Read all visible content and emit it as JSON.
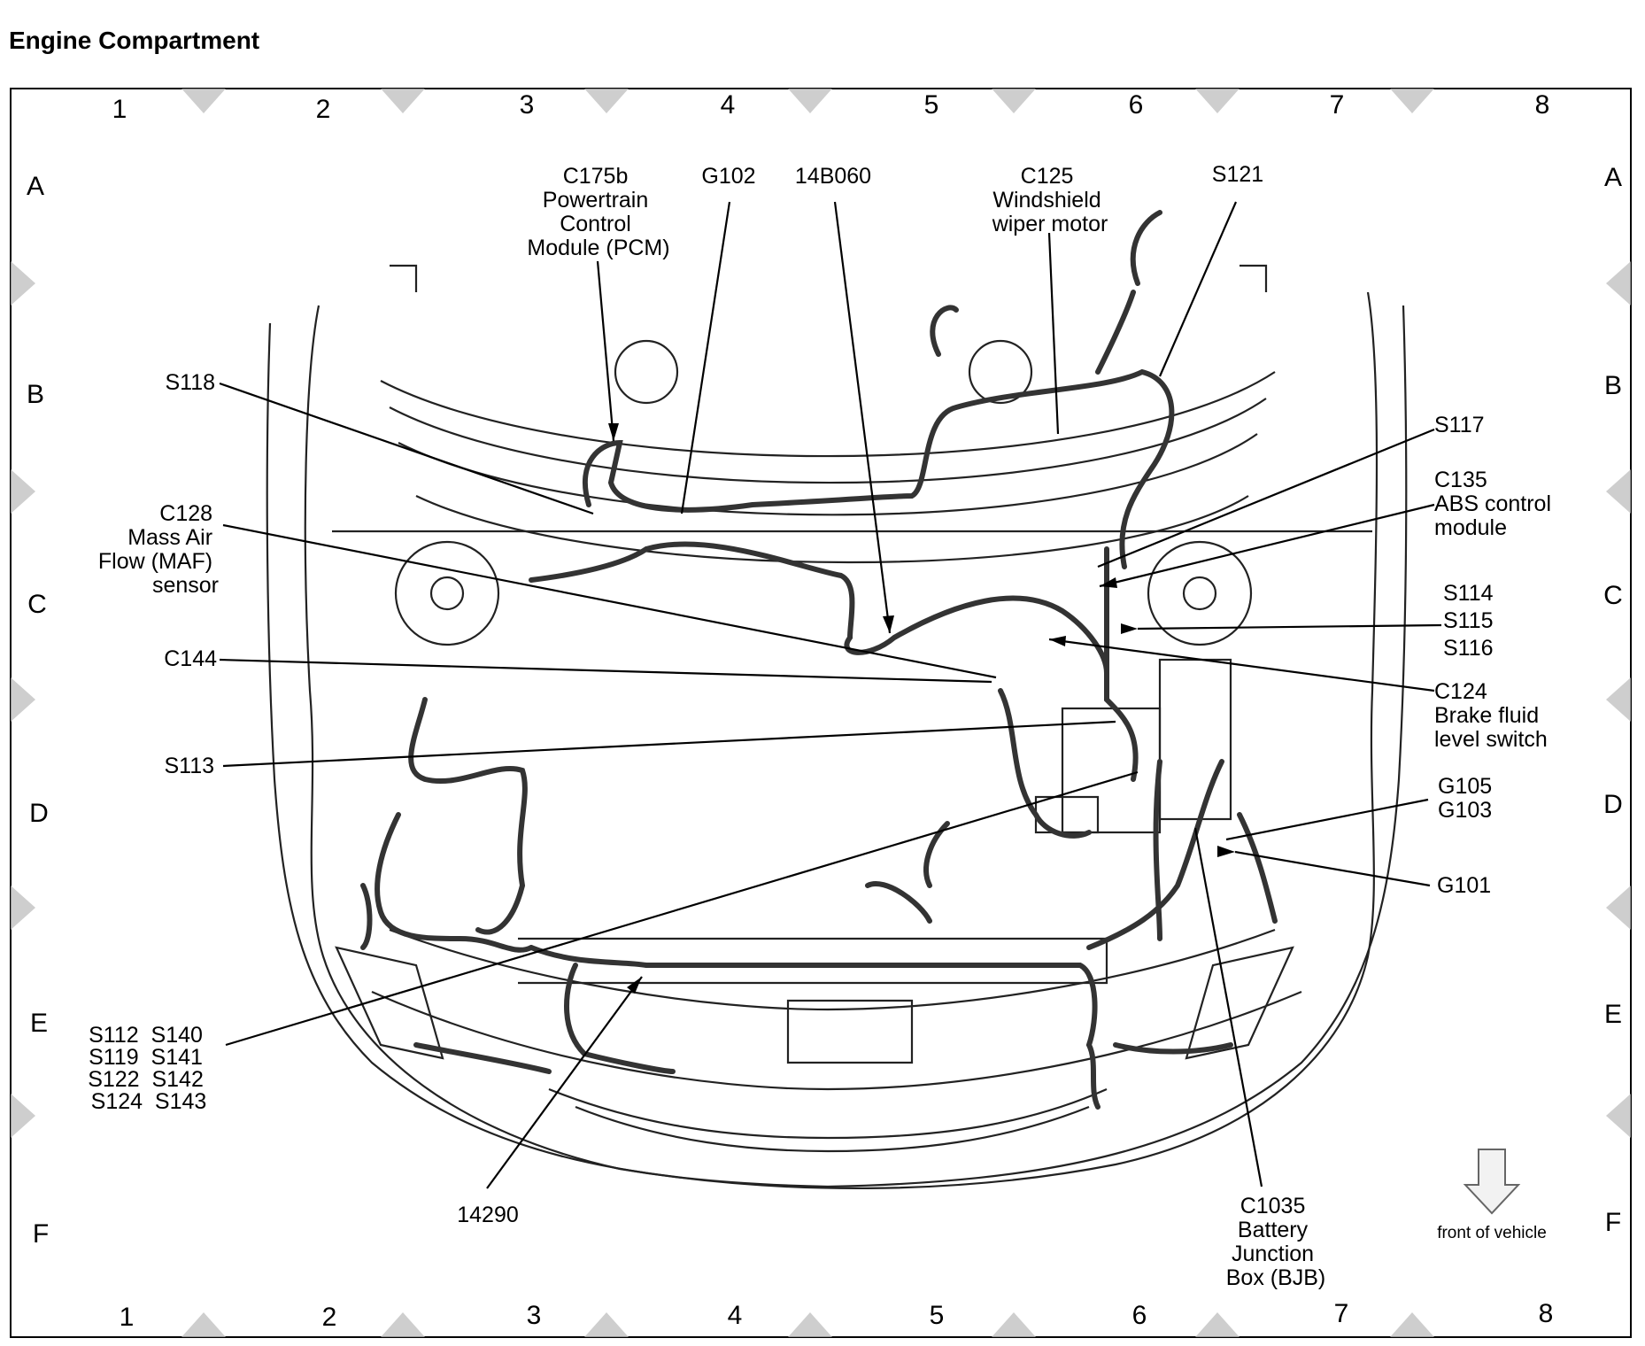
{
  "title": "Engine Compartment",
  "grid": {
    "columns": [
      "1",
      "2",
      "3",
      "4",
      "5",
      "6",
      "7",
      "8"
    ],
    "rows": [
      "A",
      "B",
      "C",
      "D",
      "E",
      "F"
    ]
  },
  "callouts": {
    "c175b": [
      "C175b",
      "Powertrain",
      "Control",
      "Module (PCM)"
    ],
    "g102": [
      "G102"
    ],
    "b14b060": [
      "14B060"
    ],
    "c125": [
      "C125",
      "Windshield",
      "wiper motor"
    ],
    "s121": [
      "S121"
    ],
    "s118": [
      "S118"
    ],
    "s117": [
      "S117"
    ],
    "c135": [
      "C135",
      "ABS control",
      "module"
    ],
    "c128": [
      "C128",
      "Mass Air",
      "Flow (MAF)",
      "sensor"
    ],
    "s114": [
      "S114",
      "S115",
      "S116"
    ],
    "c144": [
      "C144"
    ],
    "c124": [
      "C124",
      "Brake fluid",
      "level switch"
    ],
    "s113": [
      "S113"
    ],
    "g105": [
      "G105",
      "G103"
    ],
    "g101": [
      "G101"
    ],
    "splices": [
      "S112  S140",
      "S119  S141",
      "S122  S142",
      "S124  S143"
    ],
    "n14290": [
      "14290"
    ],
    "c1035": [
      "C1035",
      "Battery",
      "Junction",
      "Box (BJB)"
    ]
  },
  "front_indicator": "front of vehicle"
}
